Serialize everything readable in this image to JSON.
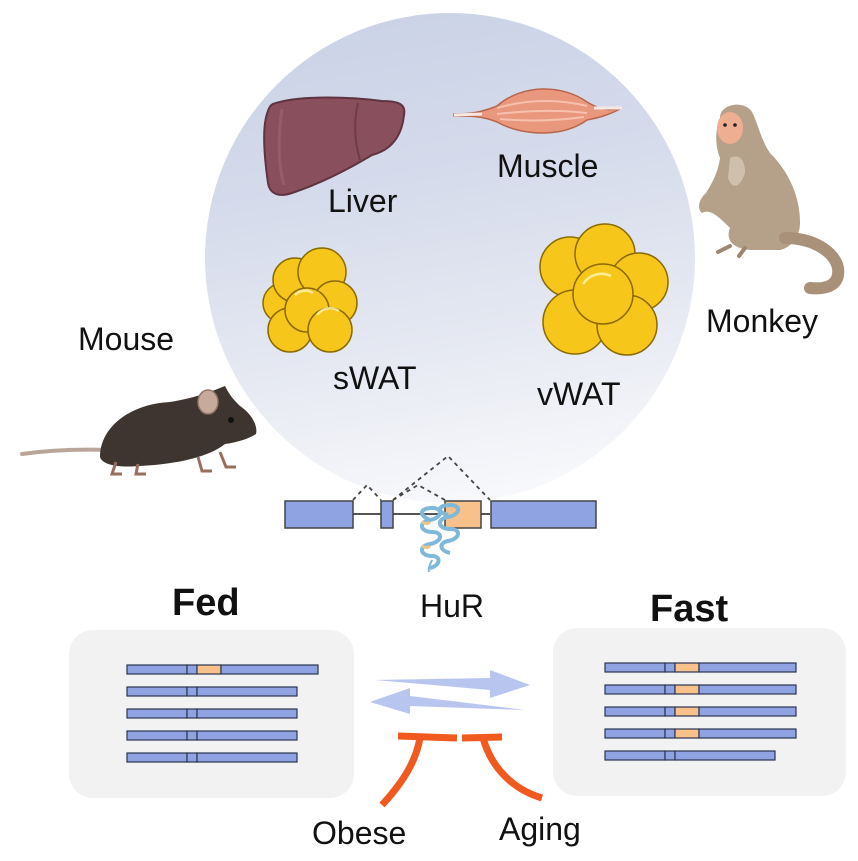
{
  "figure": {
    "tissues": {
      "liver": "Liver",
      "muscle": "Muscle",
      "swat": "sWAT",
      "vwat": "vWAT"
    },
    "species": {
      "mouse": "Mouse",
      "monkey": "Monkey"
    },
    "protein": "HuR",
    "conditions": {
      "fed": "Fed",
      "fast": "Fast"
    },
    "inhibitors": {
      "obese": "Obese",
      "aging": "Aging"
    },
    "isoforms": {
      "fed": [
        {
          "alt_exon_included": true,
          "long": true
        },
        {
          "alt_exon_included": false,
          "long": false
        },
        {
          "alt_exon_included": false,
          "long": false
        },
        {
          "alt_exon_included": false,
          "long": false
        },
        {
          "alt_exon_included": false,
          "long": false
        }
      ],
      "fast": [
        {
          "alt_exon_included": true,
          "long": true
        },
        {
          "alt_exon_included": true,
          "long": true
        },
        {
          "alt_exon_included": true,
          "long": true
        },
        {
          "alt_exon_included": true,
          "long": true
        },
        {
          "alt_exon_included": false,
          "long": false
        }
      ]
    },
    "colors": {
      "exon": "#8fa3e3",
      "alt_exon": "#f8c08a",
      "inhibit": "#f05a1e",
      "arrow": "#b8c5ee",
      "panel": "#f2f2f2",
      "liver": "#8a4f5c",
      "muscle": "#e9977d",
      "fat": "#f6c61a",
      "mouse": "#3e3530",
      "monkey": "#b5a08a"
    }
  }
}
